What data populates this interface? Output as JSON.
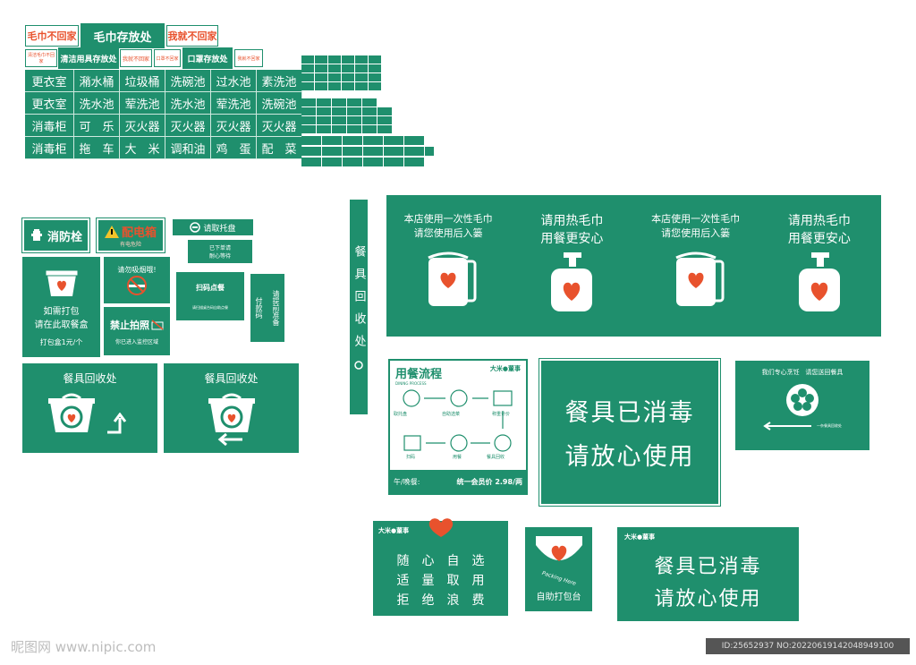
{
  "top_tags": {
    "towel_no_home": "毛巾不回家",
    "towel_storage": "毛巾存放处",
    "i_no_home": "我就不回家",
    "cleaning_no_home": "清洁毛巾不回家",
    "cleaning_supplies": "清洁用具存放处",
    "i_no_home_small": "我就不回家",
    "mask_no_home": "口罩不回家",
    "mask_storage": "口罩存放处",
    "i_no_home_small2": "我就不回家"
  },
  "grid_labels": [
    [
      "更衣室",
      "潲水桶",
      "垃圾桶",
      "洗碗池",
      "过水池",
      "素洗池"
    ],
    [
      "更衣室",
      "洗水池",
      "荤洗池",
      "洗水池",
      "荤洗池",
      "洗碗池"
    ],
    [
      "消毒柜",
      "可　乐",
      "灭火器",
      "灭火器",
      "灭火器",
      "灭火器"
    ],
    [
      "消毒柜",
      "拖　车",
      "大　米",
      "调和油",
      "鸡　蛋",
      "配　菜"
    ]
  ],
  "small_signs": {
    "hydrant": "消防栓",
    "electric_box": "配电箱",
    "electric_sub": "有电危险",
    "take_tray": "请取托盘",
    "pack_line1": "如需打包",
    "pack_line2": "请在此取餐盒",
    "pack_price": "打包盒1元/个",
    "no_smoking": "请勿吸烟哦!",
    "no_photo": "禁止拍照",
    "monitor": "你已进入监控区域",
    "scan_title": "扫码点餐",
    "scan_note": "请扫描桌台码自助点餐",
    "pay_code": "付款码",
    "kitchen": "请提前准备",
    "ordered": "已下单请",
    "ordered2": "耐心等待"
  },
  "recycle_signs": {
    "left_title": "餐具回收处",
    "right_title": "餐具回收处",
    "vertical": "餐具回收处"
  },
  "towel_banner": {
    "items": [
      {
        "line1": "本店使用一次性毛巾",
        "line2": "请您使用后入篓"
      },
      {
        "line1": "请用热毛巾",
        "line2": "用餐更安心"
      },
      {
        "line1": "本店使用一次性毛巾",
        "line2": "请您使用后入篓"
      },
      {
        "line1": "请用热毛巾",
        "line2": "用餐更安心"
      }
    ]
  },
  "process_card": {
    "title": "用餐流程",
    "subtitle": "DINING PROCESS",
    "brand": "大米●董事",
    "steps": [
      "取托盘",
      "自助选菜",
      "称重计价",
      "扫码",
      "用餐",
      "餐具回收"
    ],
    "meal": "午/晚餐:",
    "price": "统一会员价 2.98/两"
  },
  "disinfect_big": {
    "line1": "餐具已消毒",
    "line2": "请放心使用"
  },
  "return_card": {
    "line1": "我们专心烹饪",
    "line2": "请您送回餐具",
    "note": "一杂餐具回收处"
  },
  "slogan_card": {
    "brand": "大米●董事",
    "rows": [
      "随　心　自　选",
      "适　量　取　用",
      "拒　绝　浪　费"
    ]
  },
  "pack_station": {
    "arc": "Packing Here",
    "label": "自助打包台"
  },
  "disinfect_small": {
    "brand": "大米●董事",
    "line1": "餐具已消毒",
    "line2": "请放心使用"
  },
  "footer": {
    "left": "昵图网 www.nipic.com",
    "right": "ID:25652937 NO:20220619142048949100"
  },
  "colors": {
    "green": "#1f8f6d",
    "heart": "#e8522d",
    "tag_red": "#e8522d"
  }
}
